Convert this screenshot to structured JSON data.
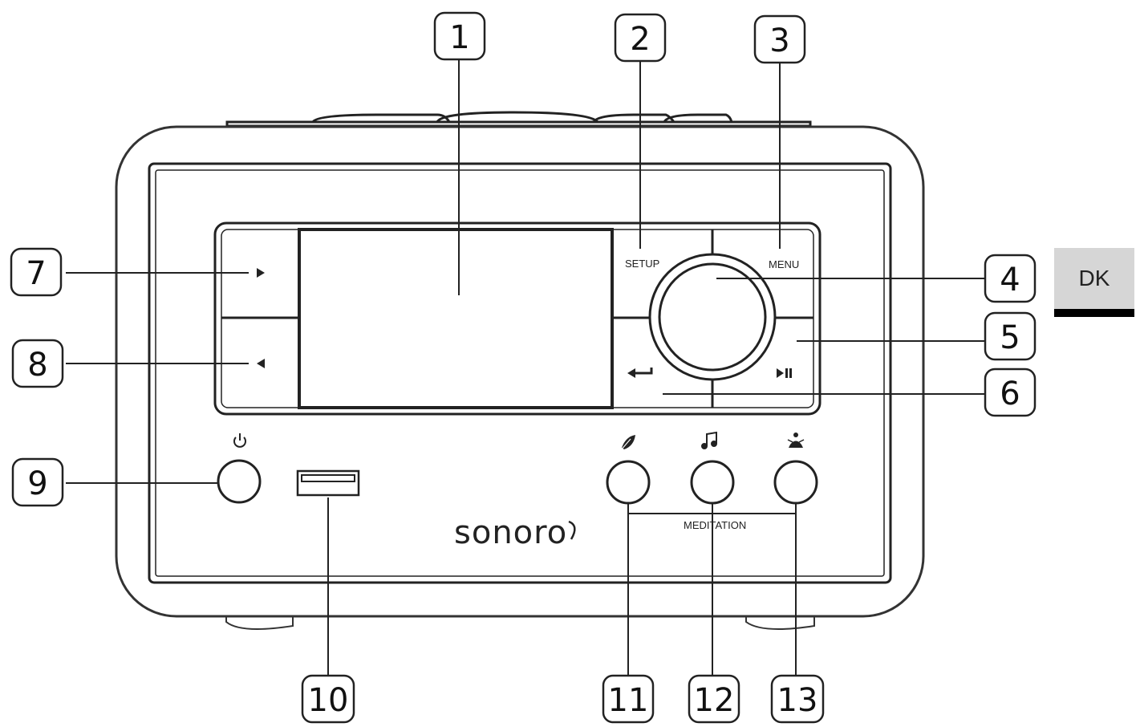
{
  "callouts": [
    "1",
    "2",
    "3",
    "4",
    "5",
    "6",
    "7",
    "8",
    "9",
    "10",
    "11",
    "12",
    "13"
  ],
  "labels": {
    "setup": "SETUP",
    "menu": "MENU",
    "meditation": "MEDITATION",
    "brand": "sonoro"
  },
  "language_tab": "DK",
  "icons": {
    "next": "play-right-icon",
    "prev": "play-left-icon",
    "back": "return-arrow-icon",
    "play_pause": "play-pause-icon",
    "power": "power-icon",
    "nature": "leaf-icon",
    "music": "music-note-icon",
    "meditation": "meditation-icon",
    "usb": "usb-port-icon"
  }
}
